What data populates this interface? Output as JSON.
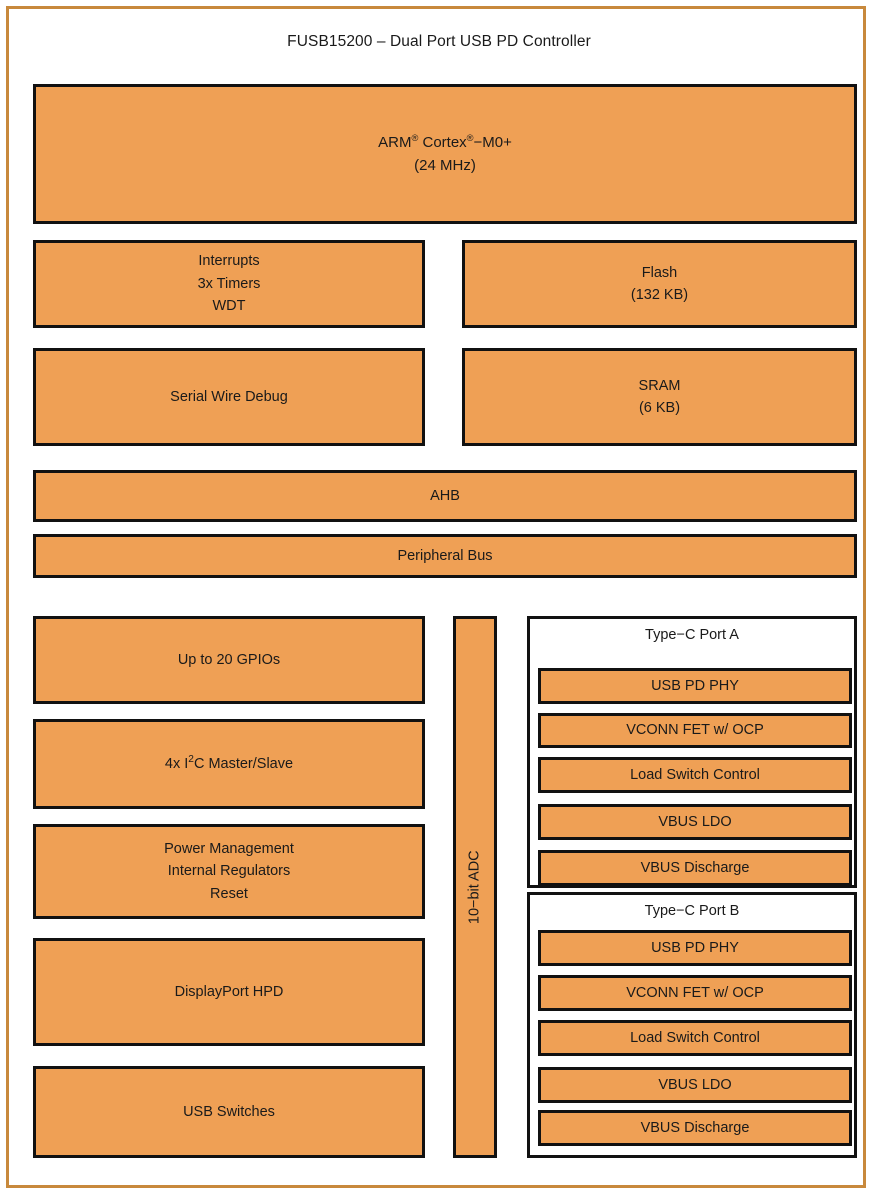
{
  "diagram": {
    "title": "FUSB15200 – Dual Port USB PD Controller",
    "device": "FUSB15200",
    "device_description": "Dual Port USB PD Controller",
    "colors": {
      "block_fill": "#efa055",
      "block_border": "#111111",
      "frame_border": "#c8893c",
      "background": "#ffffff",
      "text": "#1a1a1a"
    },
    "core": {
      "line1_prefix": "ARM",
      "line1_mid": " Cortex",
      "line1_suffix": "−M0+",
      "registered_mark": "®",
      "line2": "(24 MHz)",
      "full_label": "ARM® Cortex®−M0+ (24 MHz)"
    },
    "system_blocks": [
      {
        "id": "interrupts-timers-wdt",
        "label": "Interrupts\n3x Timers\nWDT",
        "column": "left"
      },
      {
        "id": "flash",
        "label": "Flash\n(132 KB)",
        "column": "right"
      },
      {
        "id": "serial-wire-debug",
        "label": "Serial Wire Debug",
        "column": "left"
      },
      {
        "id": "sram",
        "label": "SRAM\n(6 KB)",
        "column": "right"
      }
    ],
    "buses": [
      {
        "id": "ahb",
        "label": "AHB"
      },
      {
        "id": "peripheral-bus",
        "label": "Peripheral Bus"
      }
    ],
    "peripheral_blocks": [
      {
        "id": "gpios",
        "label": "Up to 20 GPIOs"
      },
      {
        "id": "i2c",
        "label_prefix": "4x I",
        "label_sup": "2",
        "label_suffix": "C Master/Slave",
        "label": "4x I2C Master/Slave"
      },
      {
        "id": "power-management",
        "label": "Power Management\nInternal Regulators\nReset"
      },
      {
        "id": "displayport-hpd",
        "label": "DisplayPort HPD"
      },
      {
        "id": "usb-switches",
        "label": "USB Switches"
      }
    ],
    "adc": {
      "id": "adc",
      "label": "10−bit ADC",
      "orientation": "vertical"
    },
    "ports": [
      {
        "id": "type-c-port-a",
        "title": "Type−C Port A",
        "blocks": [
          {
            "id": "usb-pd-phy-a",
            "label": "USB PD PHY"
          },
          {
            "id": "vconn-fet-ocp-a",
            "label": "VCONN FET w/ OCP"
          },
          {
            "id": "load-switch-control-a",
            "label": "Load Switch Control"
          },
          {
            "id": "vbus-ldo-a",
            "label": "VBUS LDO"
          },
          {
            "id": "vbus-discharge-a",
            "label": "VBUS Discharge"
          }
        ]
      },
      {
        "id": "type-c-port-b",
        "title": "Type−C Port B",
        "blocks": [
          {
            "id": "usb-pd-phy-b",
            "label": "USB PD PHY"
          },
          {
            "id": "vconn-fet-ocp-b",
            "label": "VCONN FET w/ OCP"
          },
          {
            "id": "load-switch-control-b",
            "label": "Load Switch Control"
          },
          {
            "id": "vbus-ldo-b",
            "label": "VBUS LDO"
          },
          {
            "id": "vbus-discharge-b",
            "label": "VBUS Discharge"
          }
        ]
      }
    ]
  }
}
